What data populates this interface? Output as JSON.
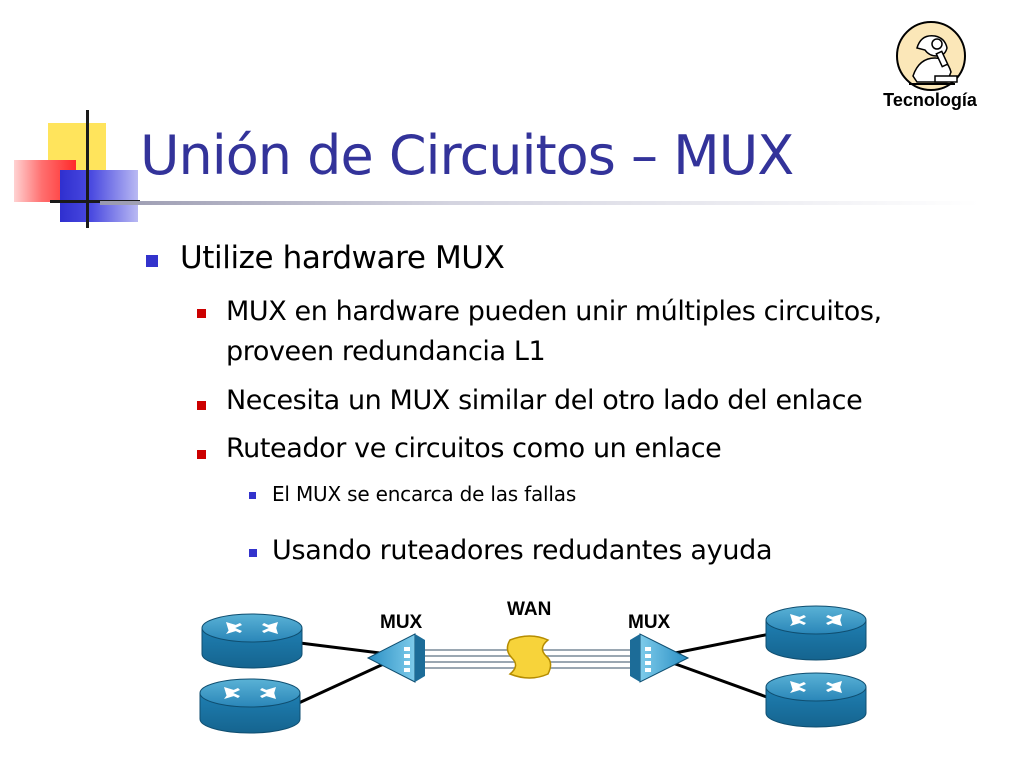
{
  "logo": {
    "label": "Tecnología",
    "icon": "scientist-microscope-icon"
  },
  "title": "Unión de Circuitos – MUX",
  "colors": {
    "title": "#33339a",
    "bullet_level1": "#3333cc",
    "bullet_level2": "#cc0000",
    "bullet_level3": "#3333cc"
  },
  "bullets": [
    {
      "text": "Utilize hardware MUX"
    },
    {
      "text": "MUX en hardware pueden unir múltiples circuitos,"
    },
    {
      "text": "proveen redundancia L1"
    },
    {
      "text": "Necesita un MUX similar del otro lado del enlace"
    },
    {
      "text": "Ruteador ve circuitos como un enlace"
    },
    {
      "text": "El MUX se encarca de las fallas"
    },
    {
      "text": "Usando ruteadores redudantes ayuda"
    }
  ],
  "diagram": {
    "wan_label": "WAN",
    "mux_left_label": "MUX",
    "mux_right_label": "MUX",
    "routers": [
      "router-icon",
      "router-icon",
      "router-icon",
      "router-icon"
    ]
  }
}
